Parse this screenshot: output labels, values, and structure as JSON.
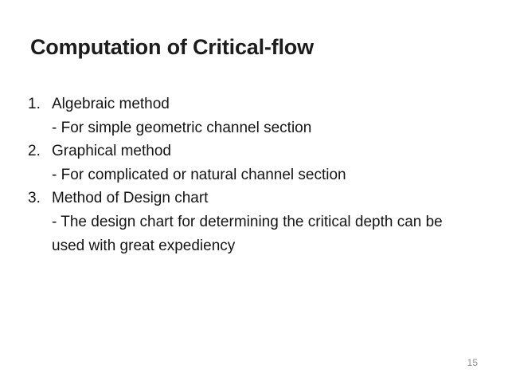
{
  "slide": {
    "title": "Computation of Critical-flow",
    "page_number": "15",
    "list": {
      "items": [
        {
          "number": "1.",
          "label": "Algebraic method",
          "sub_lines": [
            "- For simple geometric channel section"
          ]
        },
        {
          "number": "2.",
          "label": "Graphical method",
          "sub_lines": [
            "- For complicated or natural channel section"
          ]
        },
        {
          "number": "3.",
          "label": "Method of Design chart",
          "sub_lines": [
            "- The design chart for determining the critical depth can be",
            "used with great expediency"
          ]
        }
      ]
    }
  }
}
